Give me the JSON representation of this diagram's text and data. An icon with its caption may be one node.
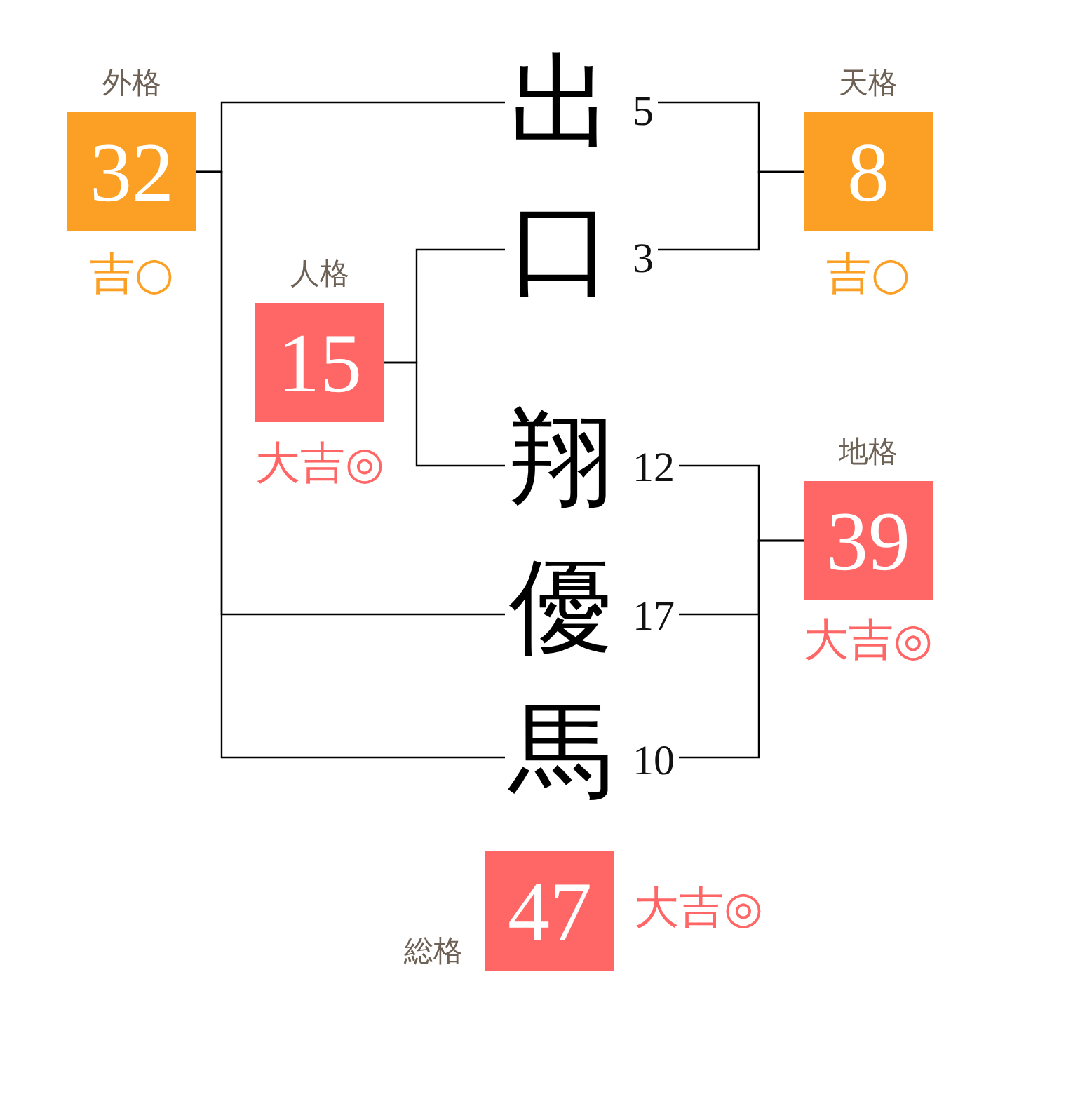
{
  "diagram": {
    "nodes": [
      {
        "text": [
          "出"
        ],
        "beside": [
          "5"
        ]
      },
      {
        "text": [
          "口"
        ],
        "beside": [
          "3"
        ]
      },
      {
        "text": [
          "翔"
        ],
        "beside": [
          "12"
        ]
      },
      {
        "text": [
          "優"
        ],
        "beside": [
          "17"
        ]
      },
      {
        "text": [
          "馬"
        ],
        "beside": [
          "10"
        ]
      },
      {
        "text": [
          "外格",
          "32"
        ],
        "beside": [
          "吉○"
        ]
      },
      {
        "text": [
          "人格",
          "15"
        ],
        "beside": [
          "大吉◎"
        ]
      },
      {
        "text": [
          "天格",
          "8"
        ],
        "beside": [
          "吉○"
        ]
      },
      {
        "text": [
          "地格",
          "39"
        ],
        "beside": [
          "大吉◎"
        ]
      },
      {
        "text": [
          "総格",
          "47"
        ],
        "beside": [
          "大吉◎"
        ]
      }
    ],
    "edges": [
      {
        "from": 0,
        "to": 7,
        "arrow": "none"
      },
      {
        "from": 1,
        "to": 7,
        "arrow": "none"
      },
      {
        "from": 1,
        "to": 6,
        "arrow": "none"
      },
      {
        "from": 2,
        "to": 6,
        "arrow": "none"
      },
      {
        "from": 0,
        "to": 5,
        "arrow": "none"
      },
      {
        "from": 3,
        "to": 5,
        "arrow": "none"
      },
      {
        "from": 4,
        "to": 5,
        "arrow": "none"
      },
      {
        "from": 2,
        "to": 8,
        "arrow": "none"
      },
      {
        "from": 3,
        "to": 8,
        "arrow": "none"
      },
      {
        "from": 4,
        "to": 8,
        "arrow": "none"
      }
    ]
  }
}
